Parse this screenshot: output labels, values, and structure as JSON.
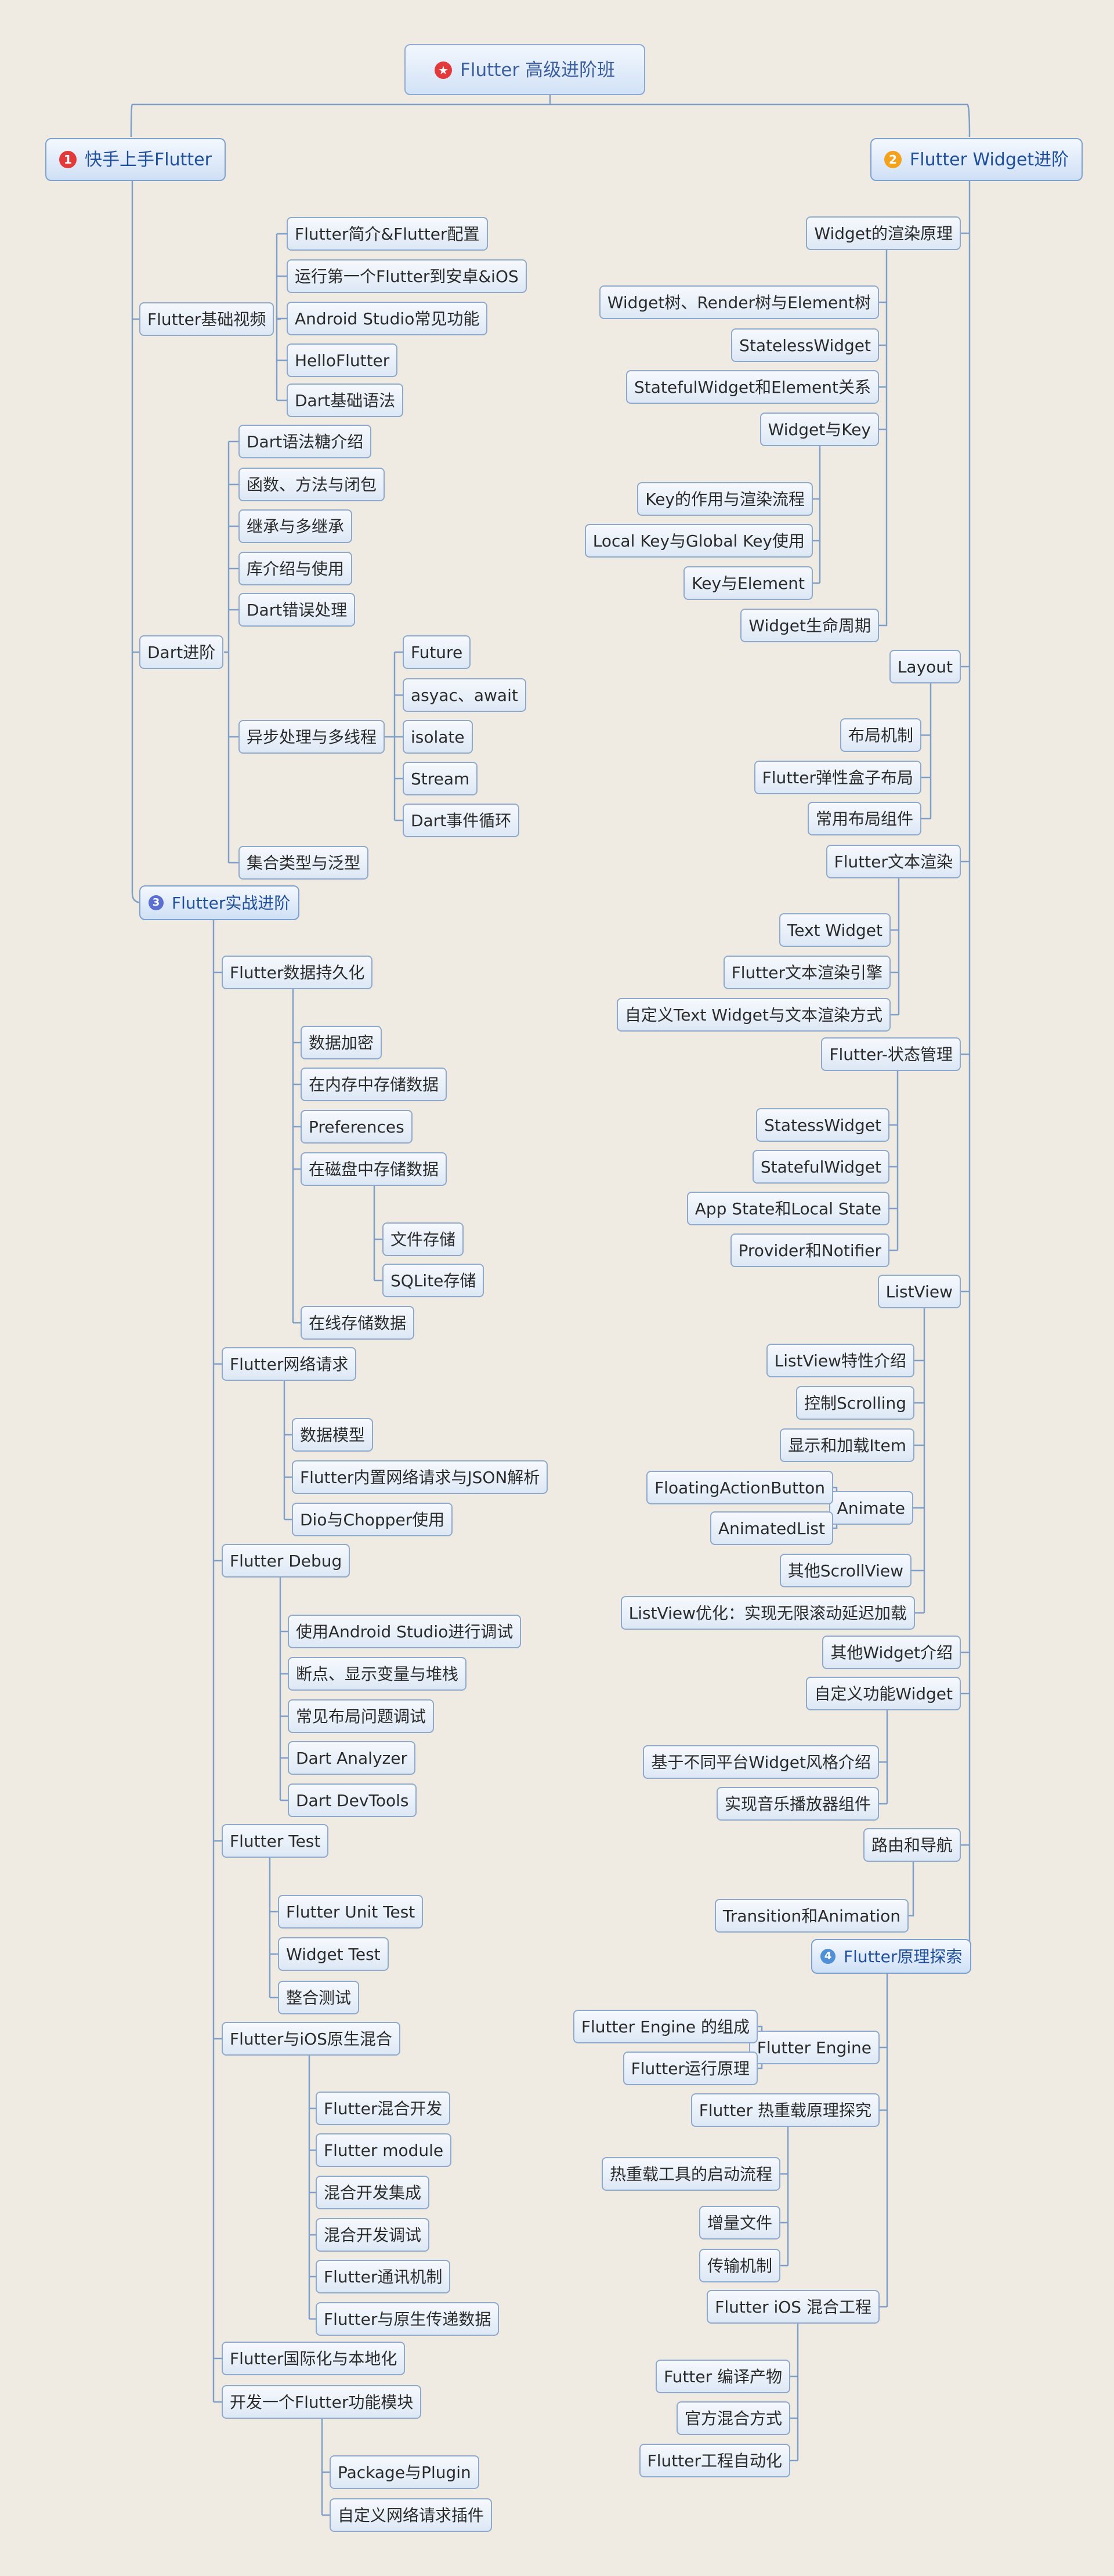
{
  "title": "Flutter 高级进阶班",
  "root": {
    "label": "Flutter 高级进阶班",
    "badge": "★",
    "badge_color": "#e23a3a"
  },
  "branches": [
    {
      "label": "快手上手Flutter",
      "badge": "1",
      "badge_color": "#e23a3a"
    },
    {
      "label": "Flutter Widget进阶",
      "badge": "2",
      "badge_color": "#f3a21d"
    },
    {
      "label": "Flutter实战进阶",
      "badge": "3",
      "badge_color": "#5a6fd0"
    },
    {
      "label": "Flutter原理探索",
      "badge": "4",
      "badge_color": "#4f8fd6"
    }
  ],
  "nodes": [
    "Flutter基础视频",
    "Flutter简介&Flutter配置",
    "运行第一个Flutter到安卓&iOS",
    "Android Studio常见功能",
    "HelloFlutter",
    "Dart基础语法",
    "Dart进阶",
    "Dart语法糖介绍",
    "函数、方法与闭包",
    "继承与多继承",
    "库介绍与使用",
    "Dart错误处理",
    "异步处理与多线程",
    "Future",
    "asyac、await",
    "isolate",
    "Stream",
    "Dart事件循环",
    "集合类型与泛型",
    "Flutter数据持久化",
    "数据加密",
    "在内存中存储数据",
    "Preferences",
    "在磁盘中存储数据",
    "文件存储",
    "SQLite存储",
    "在线存储数据",
    "Flutter网络请求",
    "数据模型",
    "Flutter内置网络请求与JSON解析",
    "Dio与Chopper使用",
    "Flutter Debug",
    "使用Android Studio进行调试",
    "断点、显示变量与堆栈",
    "常见布局问题调试",
    "Dart Analyzer",
    "Dart DevTools",
    "Flutter Test",
    "Flutter Unit Test",
    "Widget Test",
    "整合测试",
    "Flutter与iOS原生混合",
    "Flutter混合开发",
    "Flutter module",
    "混合开发集成",
    "混合开发调试",
    "Flutter通讯机制",
    "Flutter与原生传递数据",
    "Flutter国际化与本地化",
    "开发一个Flutter功能模块",
    "Package与Plugin",
    "自定义网络请求插件",
    "Widget的渲染原理",
    "Widget树、Render树与Element树",
    "StatelessWidget",
    "StatefulWidget和Element关系",
    "Widget与Key",
    "Key的作用与渲染流程",
    "Local Key与Global Key使用",
    "Key与Element",
    "Widget生命周期",
    "Layout",
    "布局机制",
    "Flutter弹性盒子布局",
    "常用布局组件",
    "Flutter文本渲染",
    "Text Widget",
    "Flutter文本渲染引擎",
    "自定义Text Widget与文本渲染方式",
    "Flutter-状态管理",
    "StatessWidget",
    "StatefulWidget",
    "App State和Local State",
    "Provider和Notifier",
    "ListView",
    "ListView特性介绍",
    "控制Scrolling",
    "显示和加载Item",
    "Animate",
    "FloatingActionButton",
    "AnimatedList",
    "其他ScrollView",
    "ListView优化：实现无限滚动延迟加载",
    "其他Widget介绍",
    "自定义功能Widget",
    "基于不同平台Widget风格介绍",
    "实现音乐播放器组件",
    "路由和导航",
    "Transition和Animation",
    "Flutter Engine",
    "Flutter Engine 的组成",
    "Flutter运行原理",
    "Flutter 热重载原理探究",
    "热重载工具的启动流程",
    "增量文件",
    "传输机制",
    "Flutter iOS 混合工程",
    "Futter 编译产物",
    "官方混合方式",
    "Flutter工程自动化"
  ]
}
